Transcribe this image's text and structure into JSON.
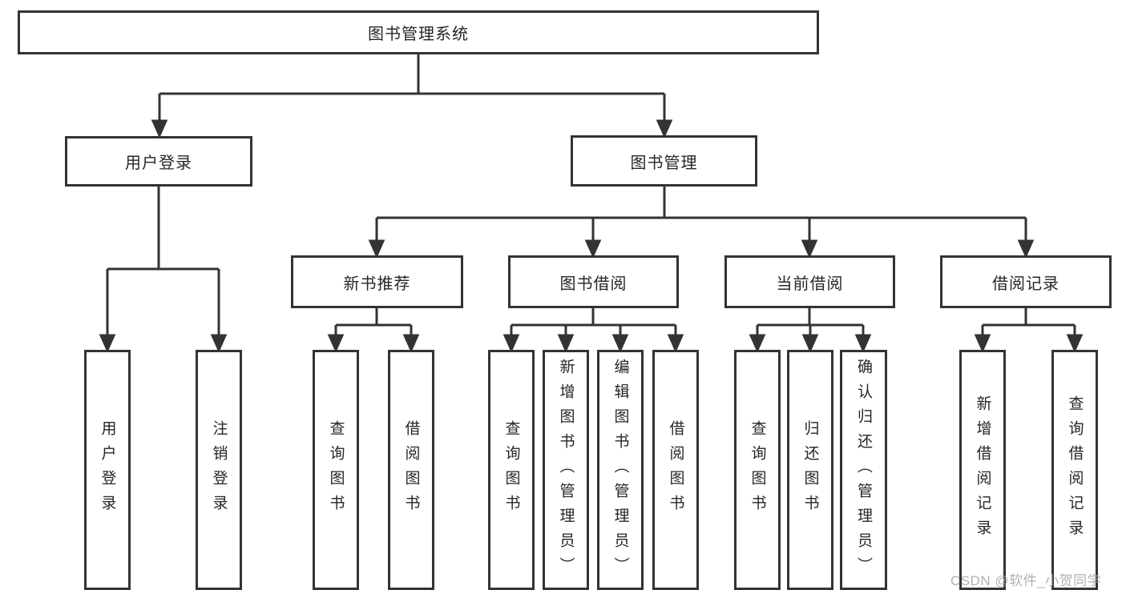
{
  "diagram": {
    "type": "tree",
    "root": {
      "label": "图书管理系统",
      "children": [
        {
          "label": "用户登录",
          "children": [
            {
              "label": "用户登录"
            },
            {
              "label": "注销登录"
            }
          ]
        },
        {
          "label": "图书管理",
          "children": [
            {
              "label": "新书推荐",
              "children": [
                {
                  "label": "查询图书"
                },
                {
                  "label": "借阅图书"
                }
              ]
            },
            {
              "label": "图书借阅",
              "children": [
                {
                  "label": "查询图书"
                },
                {
                  "label": "新增图书（管理员）"
                },
                {
                  "label": "编辑图书（管理员）"
                },
                {
                  "label": "借阅图书"
                }
              ]
            },
            {
              "label": "当前借阅",
              "children": [
                {
                  "label": "查询图书"
                },
                {
                  "label": "归还图书"
                },
                {
                  "label": "确认归还（管理员）"
                }
              ]
            },
            {
              "label": "借阅记录",
              "children": [
                {
                  "label": "新增借阅记录"
                },
                {
                  "label": "查询借阅记录"
                }
              ]
            }
          ]
        }
      ]
    }
  },
  "watermark": {
    "text": "CSDN @软件_小贺同学"
  },
  "colors": {
    "line": "#333333",
    "box_border": "#333333",
    "text": "#262626",
    "watermark": "#a9a9a9",
    "background": "#ffffff"
  }
}
